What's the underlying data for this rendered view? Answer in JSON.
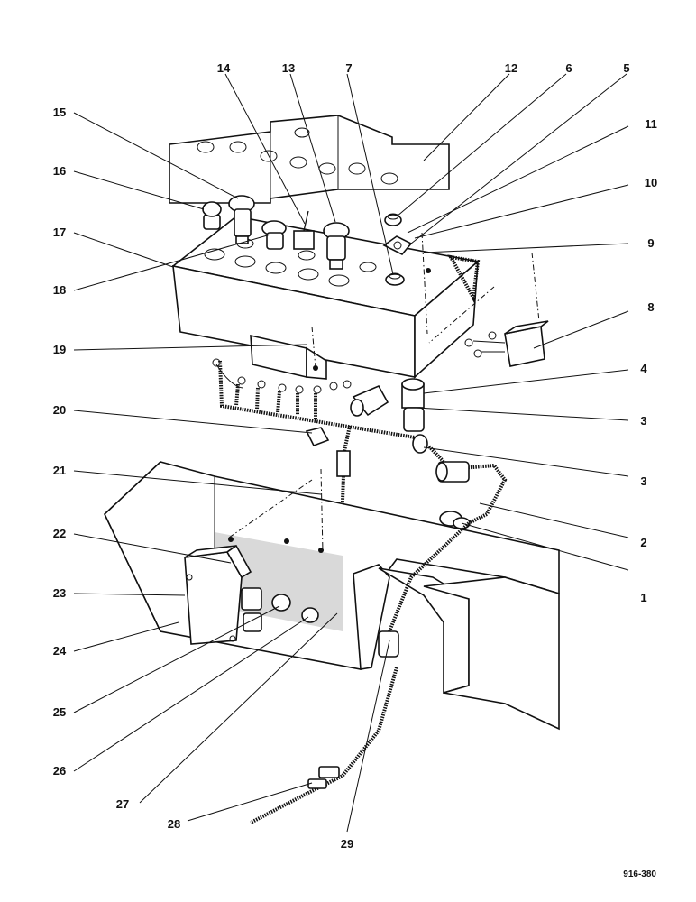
{
  "figure_number": "916-380",
  "callouts": [
    {
      "label": "1"
    },
    {
      "label": "2"
    },
    {
      "label": "3"
    },
    {
      "label": "3"
    },
    {
      "label": "4"
    },
    {
      "label": "5"
    },
    {
      "label": "6"
    },
    {
      "label": "7"
    },
    {
      "label": "8"
    },
    {
      "label": "9"
    },
    {
      "label": "10"
    },
    {
      "label": "11"
    },
    {
      "label": "12"
    },
    {
      "label": "13"
    },
    {
      "label": "14"
    },
    {
      "label": "15"
    },
    {
      "label": "16"
    },
    {
      "label": "17"
    },
    {
      "label": "18"
    },
    {
      "label": "19"
    },
    {
      "label": "20"
    },
    {
      "label": "21"
    },
    {
      "label": "22"
    },
    {
      "label": "23"
    },
    {
      "label": "24"
    },
    {
      "label": "25"
    },
    {
      "label": "26"
    },
    {
      "label": "27"
    },
    {
      "label": "28"
    },
    {
      "label": "29"
    }
  ]
}
